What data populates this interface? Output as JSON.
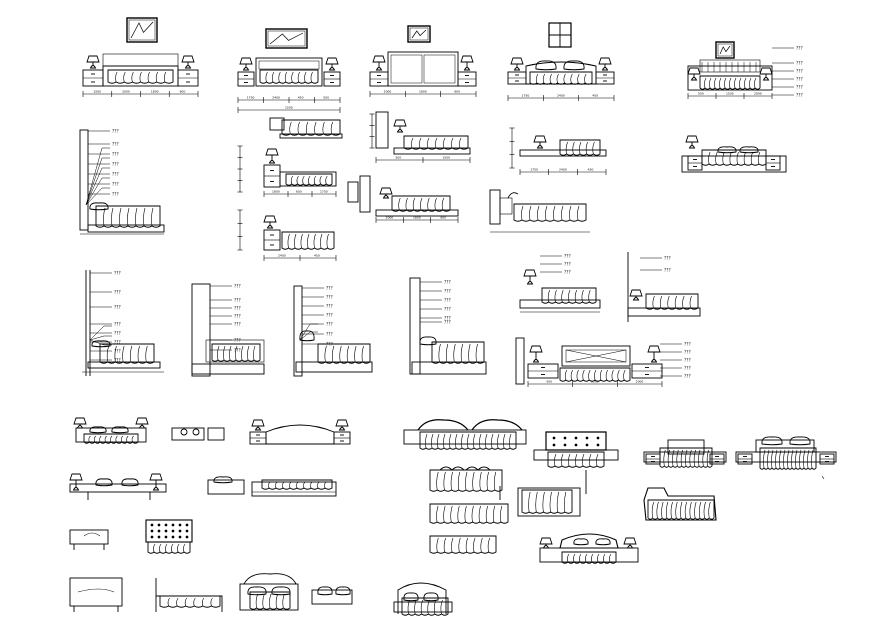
{
  "drawing": {
    "ink_color": "#000000",
    "paper_color": "#ffffff",
    "description_tag": "CAD sheet of bed elevation and section blocks",
    "note_callout": "???",
    "dim_labels": [
      "1500",
      "2000",
      "1800",
      "600",
      "1750",
      "2400",
      "450",
      "500"
    ]
  }
}
